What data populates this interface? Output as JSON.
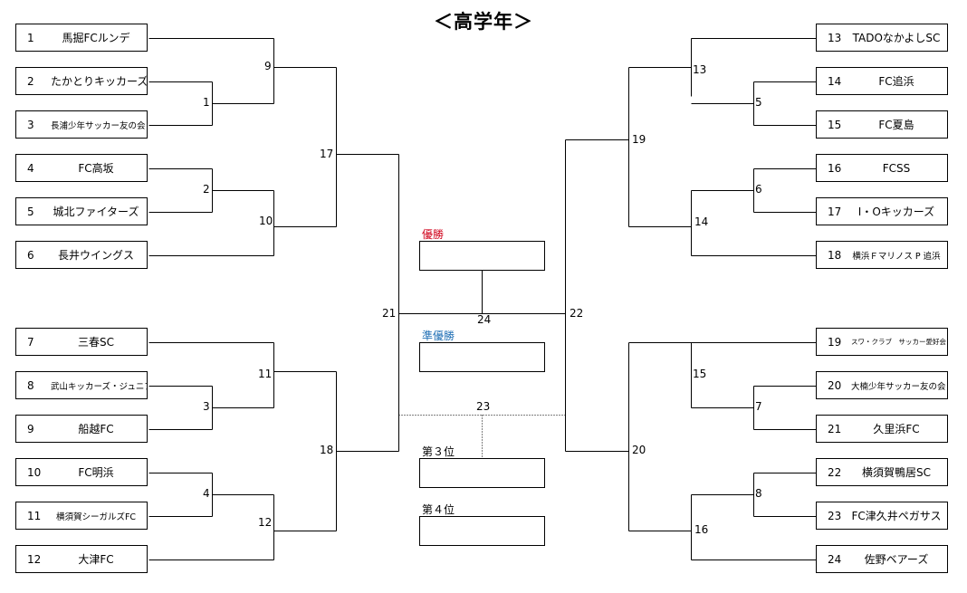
{
  "title": "＜高学年＞",
  "teams_left": [
    {
      "num": "1",
      "name": "馬掘FCルンデ"
    },
    {
      "num": "2",
      "name": "たかとりキッカーズ"
    },
    {
      "num": "3",
      "name": "長浦少年サッカー友の会"
    },
    {
      "num": "4",
      "name": "FC高坂"
    },
    {
      "num": "5",
      "name": "城北ファイターズ"
    },
    {
      "num": "6",
      "name": "長井ウイングス"
    },
    {
      "num": "7",
      "name": "三春SC"
    },
    {
      "num": "8",
      "name": "武山キッカーズ・ジュニア"
    },
    {
      "num": "9",
      "name": "船越FC"
    },
    {
      "num": "10",
      "name": "FC明浜"
    },
    {
      "num": "11",
      "name": "横須賀シーガルズFC"
    },
    {
      "num": "12",
      "name": "大津FC"
    }
  ],
  "teams_right": [
    {
      "num": "13",
      "name": "TADOなかよしSC"
    },
    {
      "num": "14",
      "name": "FC追浜"
    },
    {
      "num": "15",
      "name": "FC夏島"
    },
    {
      "num": "16",
      "name": "FCSS"
    },
    {
      "num": "17",
      "name": "I・Oキッカーズ"
    },
    {
      "num": "18",
      "name": "横浜Ｆマリノス P 追浜"
    },
    {
      "num": "19",
      "name": "スワ・クラブ　サッカー愛好会"
    },
    {
      "num": "20",
      "name": "大楠少年サッカー友の会"
    },
    {
      "num": "21",
      "name": "久里浜FC"
    },
    {
      "num": "22",
      "name": "横須賀鴨居SC"
    },
    {
      "num": "23",
      "name": "FC津久井ペガサス"
    },
    {
      "num": "24",
      "name": "佐野ベアーズ"
    }
  ],
  "match_numbers": {
    "m1": "1",
    "m2": "2",
    "m3": "3",
    "m4": "4",
    "m5": "5",
    "m6": "6",
    "m7": "7",
    "m8": "8",
    "m9": "9",
    "m10": "10",
    "m11": "11",
    "m12": "12",
    "m13": "13",
    "m14": "14",
    "m15": "15",
    "m16": "16",
    "m17": "17",
    "m18": "18",
    "m19": "19",
    "m20": "20",
    "m21": "21",
    "m22": "22",
    "m23": "23",
    "m24": "24"
  },
  "results": {
    "champion_label": "優勝",
    "runner_up_label": "準優勝",
    "third_label": "第３位",
    "fourth_label": "第４位"
  },
  "colors": {
    "champion": "#d0021b",
    "runner_up": "#1f6fb5",
    "line": "#000000"
  }
}
